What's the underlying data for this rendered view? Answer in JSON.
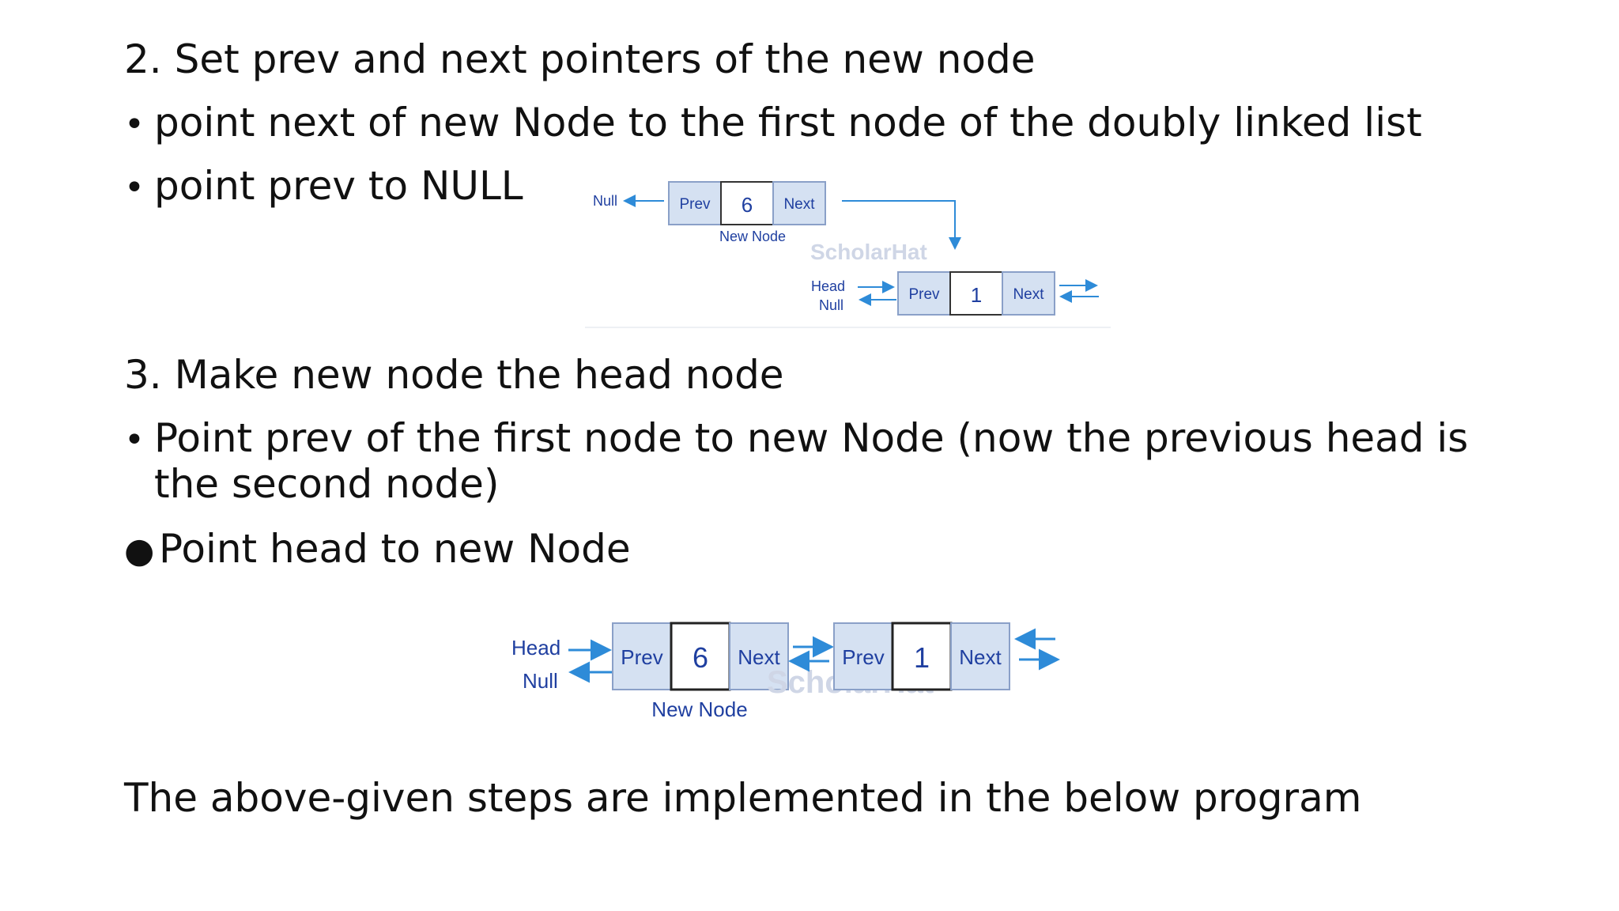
{
  "section2": {
    "heading": "2. Set prev and next pointers of the new node",
    "bullets": [
      "point next of new Node to the first node of the doubly linked list",
      "point prev to NULL"
    ]
  },
  "section3": {
    "heading": "3. Make new node the head node",
    "bullets": [
      "Point prev of the first node to new Node (now the previous head is the second node)",
      "Point head to new Node"
    ]
  },
  "footer_text": "The above-given steps are implemented in the below program",
  "diagram1": {
    "null_label": "Null",
    "new_node": {
      "prev": "Prev",
      "value": "6",
      "next": "Next",
      "caption": "New Node"
    },
    "watermark": "ScholarHat",
    "head_label": "Head",
    "head_null_label": "Null",
    "first_node": {
      "prev": "Prev",
      "value": "1",
      "next": "Next"
    }
  },
  "diagram2": {
    "head_label": "Head",
    "null_label": "Null",
    "new_node": {
      "prev": "Prev",
      "value": "6",
      "next": "Next",
      "caption": "New Node"
    },
    "second_node": {
      "prev": "Prev",
      "value": "1",
      "next": "Next"
    },
    "watermark": "ScholarHat"
  },
  "colors": {
    "node_fill": "#d5e1f2",
    "node_border": "#8aa0c8",
    "arrow": "#2e8bd8",
    "label": "#1f3fa0",
    "text": "#111111"
  }
}
